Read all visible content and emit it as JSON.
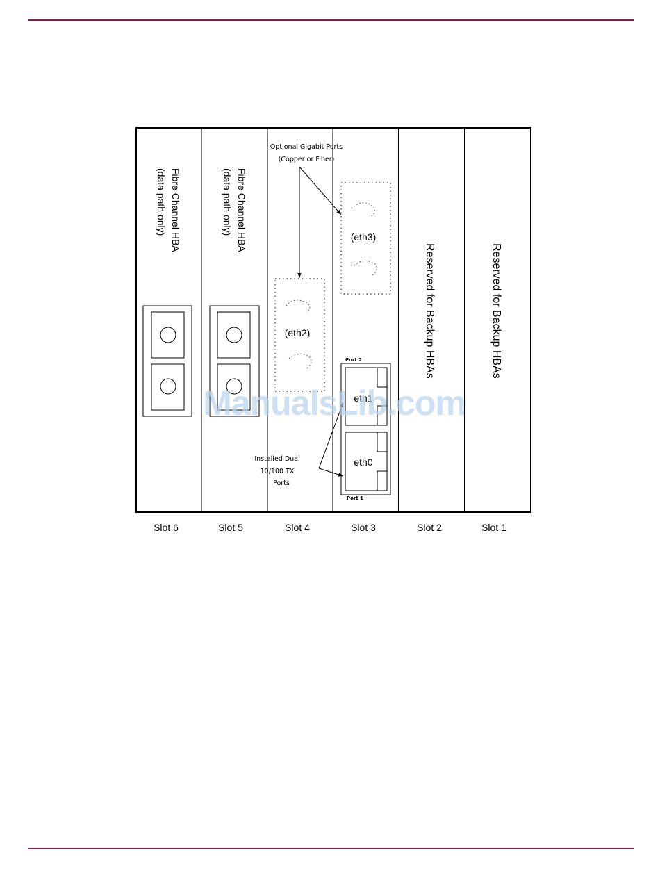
{
  "colors": {
    "rule": "#8a1a4e",
    "watermark": "#b9d3ee"
  },
  "callouts": {
    "optional_line1": "Optional Gigabit Ports",
    "optional_line2": "(Copper or Fiber)",
    "installed_line1": "Installed Dual",
    "installed_line2": "10/100 TX",
    "installed_line3": "Ports"
  },
  "slots": {
    "slot6": {
      "label": "Slot 6",
      "card_line1": "Fibre Channel HBA",
      "card_line2": "(data path only)"
    },
    "slot5": {
      "label": "Slot 5",
      "card_line1": "Fibre Channel HBA",
      "card_line2": "(data path only)"
    },
    "slot4": {
      "label": "Slot 4",
      "port": "(eth2)"
    },
    "slot3": {
      "label": "Slot 3",
      "optional_port": "(eth3)",
      "port_top": "Port 2",
      "port_bottom": "Port 1",
      "eth1": "eth1",
      "eth0": "eth0"
    },
    "slot2": {
      "label": "Slot 2",
      "card": "Reserved for Backup HBAs"
    },
    "slot1": {
      "label": "Slot 1",
      "card": "Reserved for Backup HBAs"
    }
  },
  "watermark": "ManualsLib.com"
}
